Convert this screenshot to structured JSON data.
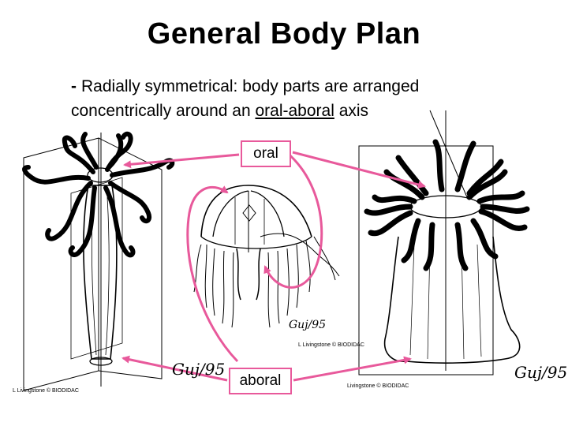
{
  "slide": {
    "title": "General Body Plan",
    "bullet_dash": "-",
    "bullet_part1": "Radially symmetrical: body parts are arranged",
    "bullet_part2": "concentrically around an ",
    "bullet_underlined": "oral-aboral",
    "bullet_part3": " axis"
  },
  "labels": {
    "oral": "oral",
    "aboral": "aboral"
  },
  "credits": {
    "left": "L Livingstone © BIODIDAC",
    "middle": "L Livingstone © BIODIDAC",
    "right": "Livingstone © BIODIDAC"
  },
  "signatures": {
    "left": "Guj/95",
    "middle": "Guj/95",
    "right": "Guj/95"
  },
  "colors": {
    "arrow": "#e8599b",
    "ink": "#000000"
  },
  "icons": [
    "hydra-polyp-drawing",
    "medusa-drawing",
    "sea-anemone-drawing"
  ]
}
